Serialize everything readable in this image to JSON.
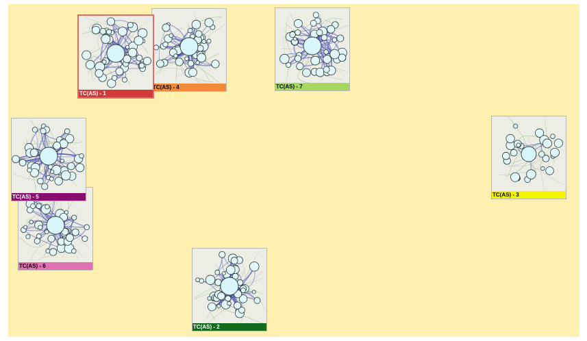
{
  "cards": [
    {
      "id": "tc1",
      "label": "TC(AS) - 1",
      "color": "#d23a3a",
      "text_color": "#ffffff",
      "variant": "dense",
      "selected": true
    },
    {
      "id": "tc4",
      "label": "TC(AS) - 4",
      "color": "#f08a3a",
      "text_color": "#000000",
      "variant": "dense",
      "selected": false
    },
    {
      "id": "tc7",
      "label": "TC(AS) - 7",
      "color": "#a6d860",
      "text_color": "#000000",
      "variant": "dense",
      "selected": false
    },
    {
      "id": "tc5",
      "label": "TC(AS) - 5",
      "color": "#8a0e6e",
      "text_color": "#ffffff",
      "variant": "dense",
      "selected": false
    },
    {
      "id": "tc6",
      "label": "TC(AS) - 6",
      "color": "#e070b0",
      "text_color": "#000000",
      "variant": "dense",
      "selected": false
    },
    {
      "id": "tc3",
      "label": "TC(AS) - 3",
      "color": "#f4f400",
      "text_color": "#000000",
      "variant": "sparse",
      "selected": false
    },
    {
      "id": "tc2",
      "label": "TC(AS) - 2",
      "color": "#146a1e",
      "text_color": "#ffffff",
      "variant": "dense",
      "selected": false
    }
  ]
}
